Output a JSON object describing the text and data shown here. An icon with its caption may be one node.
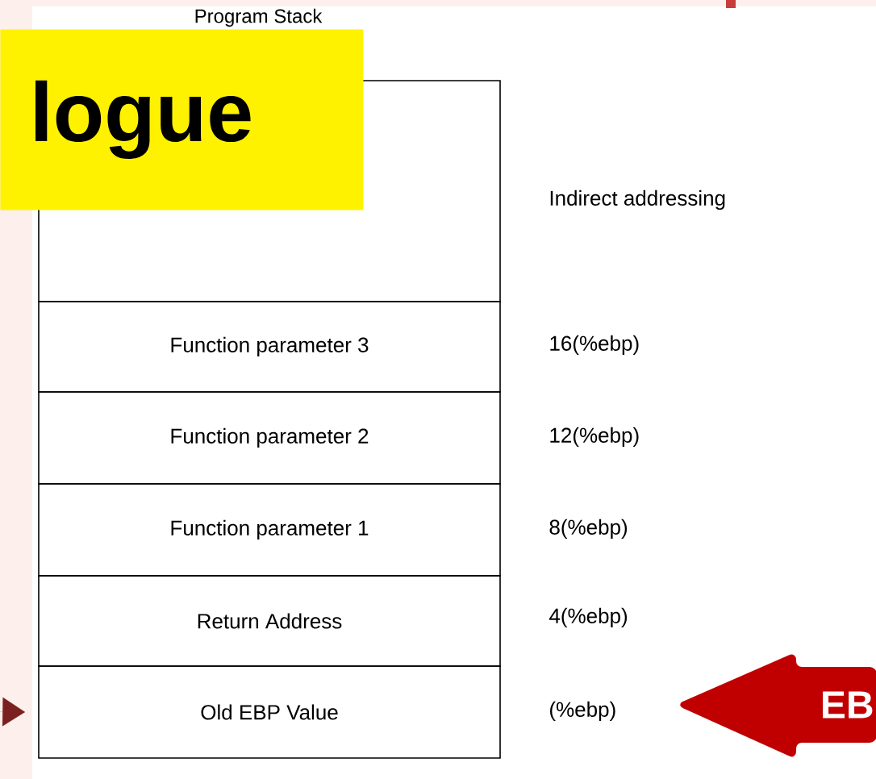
{
  "diagram": {
    "title": "Program Stack",
    "nodes": [
      {
        "text": [],
        "shape": "box"
      },
      {
        "text": [
          "Function parameter 3"
        ]
      },
      {
        "text": [
          "Function parameter 2"
        ]
      },
      {
        "text": [
          "Function parameter 1"
        ]
      },
      {
        "text": [
          "Return Address"
        ]
      },
      {
        "text": [
          "Old EBP Value"
        ]
      },
      {
        "text": [
          "logue"
        ]
      },
      {
        "text": [
          "EB"
        ]
      }
    ],
    "edges": [
      {
        "from": null,
        "to": 5,
        "arrow": "to",
        "color": "#7b2020"
      }
    ],
    "labels": [
      "Indirect addressing",
      "16(%ebp)",
      "12(%ebp)",
      "8(%ebp)",
      "4(%ebp)",
      "(%ebp)"
    ]
  }
}
